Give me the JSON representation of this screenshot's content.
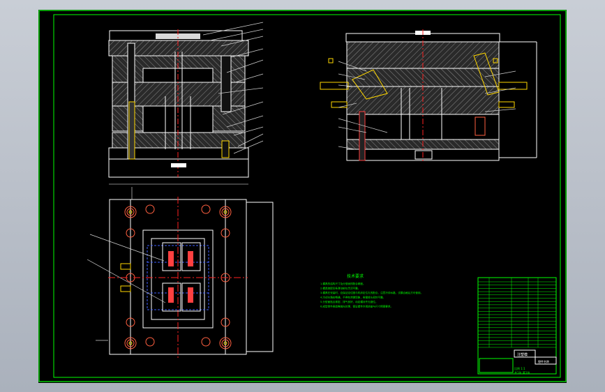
{
  "drawing": {
    "technical_requirements_title": "技术要求",
    "technical_requirements": [
      "1.模具的结构尺寸及分型面的配合精度。",
      "2.模具装配后各滑动部位灵活可靠。",
      "3.模具在安装时，应保证定位圈与机床定位孔的配合，注意冷却水路，试模合格后方可使用。",
      "4.冷却水路应畅通，不得有泄漏现象，各管接头密封可靠。",
      "5.分型面贴合紧密，排气良好，动定模对齐无错位。",
      "6.成型零件表面需抛光处理，保证塑件外观质量与尺寸精度要求。"
    ],
    "title_block": {
      "drawing_name": "注塑模",
      "part_label": "塑件名称",
      "scale_text": "比例 1:1",
      "sheet_text": "共1张 第1张"
    }
  },
  "colors": {
    "background": "#000000",
    "frame": "#00ff00",
    "part_outline": "#ffffff",
    "hatch": "#9a9a9a",
    "centerline": "#ff2020",
    "hidden_line": "#4060ff",
    "leader": "#d0d0d0",
    "text_green": "#00ff00",
    "detail_yellow": "#ffd700"
  }
}
